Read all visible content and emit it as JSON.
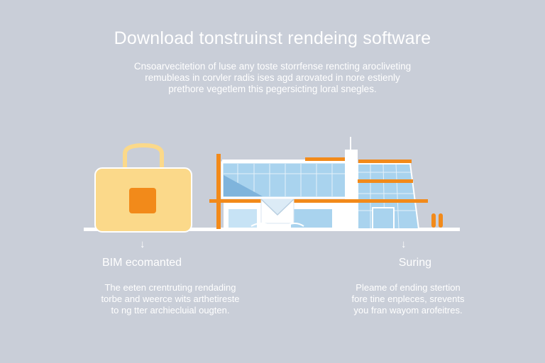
{
  "hero": {
    "title": "Download tonstruinst rendeing software",
    "subtitle_lines": [
      "Cnsoarvecitetion of luse any toste storrfense rencting arocliveting",
      "remubleas in corvler radis ises agd arovated in nore estienly",
      "prethore vegetlem this pegersicting loral snegles."
    ]
  },
  "columns": [
    {
      "heading": "BIM ecomanted",
      "arrow": "↓",
      "body_lines": [
        "The eeten crentruting rendading",
        "torbe and weerce wits arthetireste",
        "to ng tter archiecluial ougten."
      ]
    },
    {
      "heading": "Suring",
      "arrow": "↓",
      "body_lines": [
        "Pleame of ending stertion",
        "fore tine enpleces, srevents",
        "you fran wayom arofeitres."
      ]
    }
  ],
  "colors": {
    "background": "#c9ced8",
    "accent_orange": "#f28a1a",
    "bag_fill": "#fbd98a",
    "glass_blue": "#a9d3ee"
  },
  "icons": [
    "padlock-bag-icon",
    "building-illustration",
    "envelope-icon",
    "down-arrow-icon"
  ]
}
